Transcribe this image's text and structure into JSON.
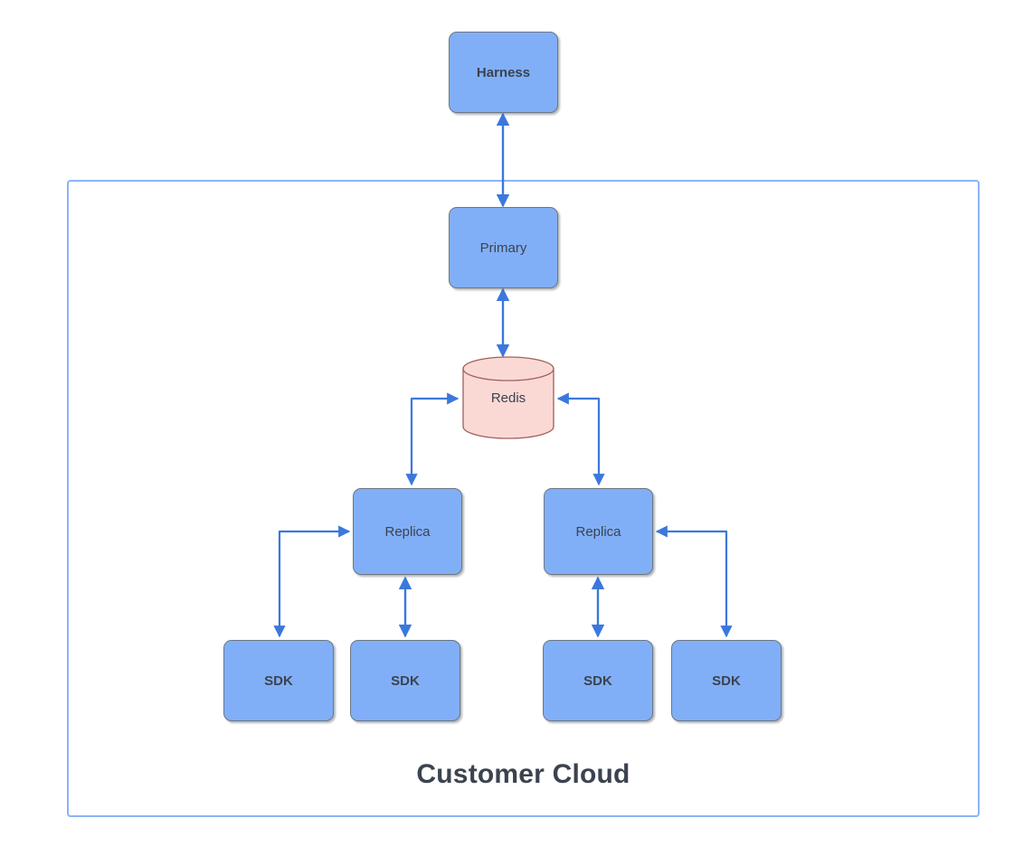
{
  "diagram": {
    "title": "Customer Cloud",
    "boundary": {
      "label": "Customer Cloud",
      "border_color": "#8ab4f8"
    },
    "colors": {
      "node_fill": "#81aff7",
      "node_border": "#6d7781",
      "datastore_fill": "#fad9d5",
      "datastore_border": "#a0605c",
      "connector": "#3b78dd",
      "text": "#3b434f",
      "boundary": "#8ab4f8",
      "background": "#ffffff"
    },
    "nodes": [
      {
        "id": "harness",
        "label": "Harness",
        "shape": "box",
        "bold": true,
        "inside_boundary": false
      },
      {
        "id": "primary",
        "label": "Primary",
        "shape": "box",
        "bold": false,
        "inside_boundary": true
      },
      {
        "id": "redis",
        "label": "Redis",
        "shape": "cylinder",
        "bold": false,
        "inside_boundary": true
      },
      {
        "id": "replica-left",
        "label": "Replica",
        "shape": "box",
        "bold": false,
        "inside_boundary": true
      },
      {
        "id": "replica-right",
        "label": "Replica",
        "shape": "box",
        "bold": false,
        "inside_boundary": true
      },
      {
        "id": "sdk-1",
        "label": "SDK",
        "shape": "box",
        "bold": true,
        "inside_boundary": true
      },
      {
        "id": "sdk-2",
        "label": "SDK",
        "shape": "box",
        "bold": true,
        "inside_boundary": true
      },
      {
        "id": "sdk-3",
        "label": "SDK",
        "shape": "box",
        "bold": true,
        "inside_boundary": true
      },
      {
        "id": "sdk-4",
        "label": "SDK",
        "shape": "box",
        "bold": true,
        "inside_boundary": true
      }
    ],
    "edges": [
      {
        "from": "primary",
        "to": "harness",
        "direction": "bidirectional",
        "style": "straight"
      },
      {
        "from": "primary",
        "to": "redis",
        "direction": "bidirectional",
        "style": "straight"
      },
      {
        "from": "redis",
        "to": "replica-left",
        "direction": "bidirectional",
        "style": "elbow"
      },
      {
        "from": "redis",
        "to": "replica-right",
        "direction": "bidirectional",
        "style": "elbow"
      },
      {
        "from": "replica-left",
        "to": "sdk-1",
        "direction": "bidirectional",
        "style": "elbow"
      },
      {
        "from": "replica-left",
        "to": "sdk-2",
        "direction": "bidirectional",
        "style": "straight"
      },
      {
        "from": "replica-right",
        "to": "sdk-3",
        "direction": "bidirectional",
        "style": "straight"
      },
      {
        "from": "replica-right",
        "to": "sdk-4",
        "direction": "bidirectional",
        "style": "elbow"
      }
    ]
  }
}
